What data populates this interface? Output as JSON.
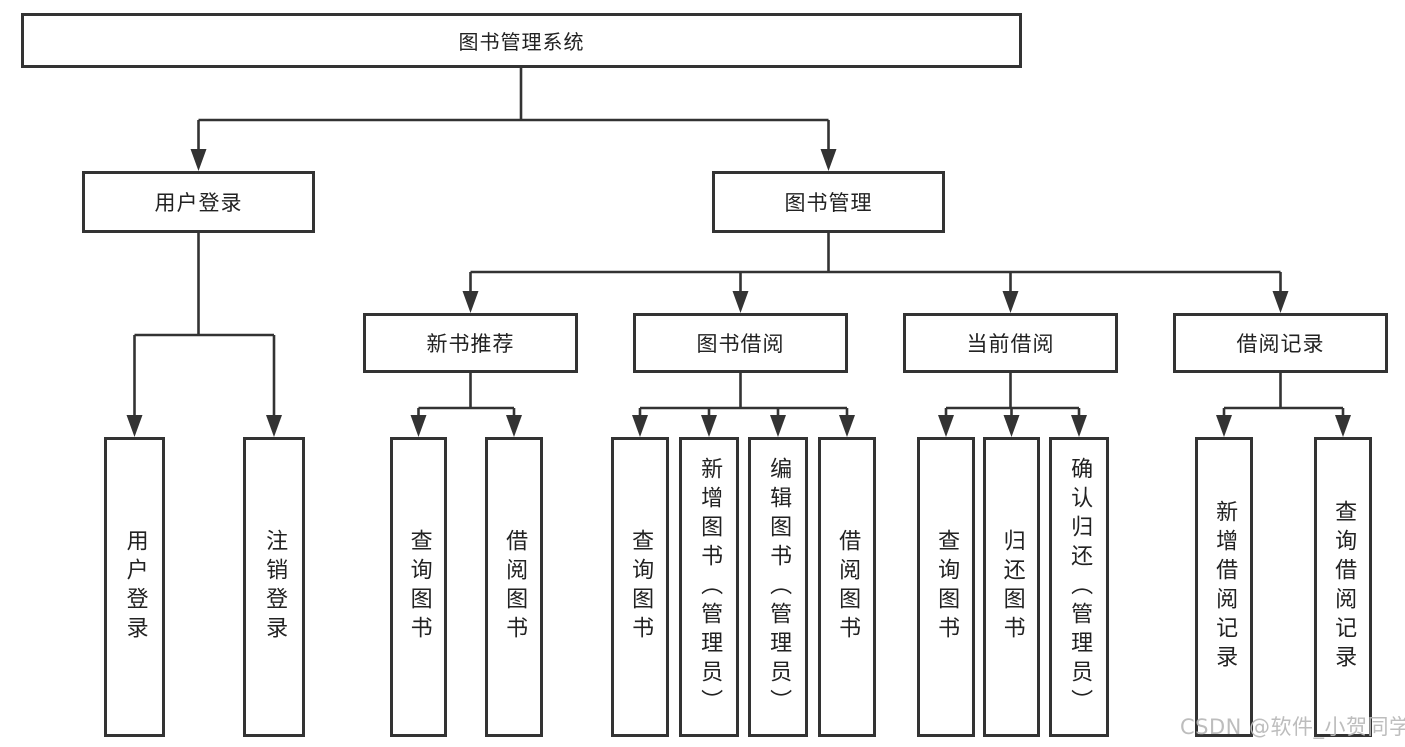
{
  "diagram": {
    "root_label": "图书管理系统",
    "user_login": {
      "label": "用户登录",
      "children": [
        "用户登录",
        "注销登录"
      ]
    },
    "book_mgmt": {
      "label": "图书管理",
      "children": [
        {
          "label": "新书推荐",
          "children": [
            "查询图书",
            "借阅图书"
          ]
        },
        {
          "label": "图书借阅",
          "children": [
            "查询图书",
            "新增图书（管理员）",
            "编辑图书（管理员）",
            "借阅图书"
          ]
        },
        {
          "label": "当前借阅",
          "children": [
            "查询图书",
            "归还图书",
            "确认归还（管理员）"
          ]
        },
        {
          "label": "借阅记录",
          "children": [
            "新增借阅记录",
            "查询借阅记录"
          ]
        }
      ]
    },
    "colors": {
      "line": "#333333",
      "box_border": "#333333",
      "box_fill": "#ffffff",
      "text": "#222222",
      "watermark": "#b9b9b9"
    }
  },
  "watermark_text": "CSDN @软件_小贺同学"
}
